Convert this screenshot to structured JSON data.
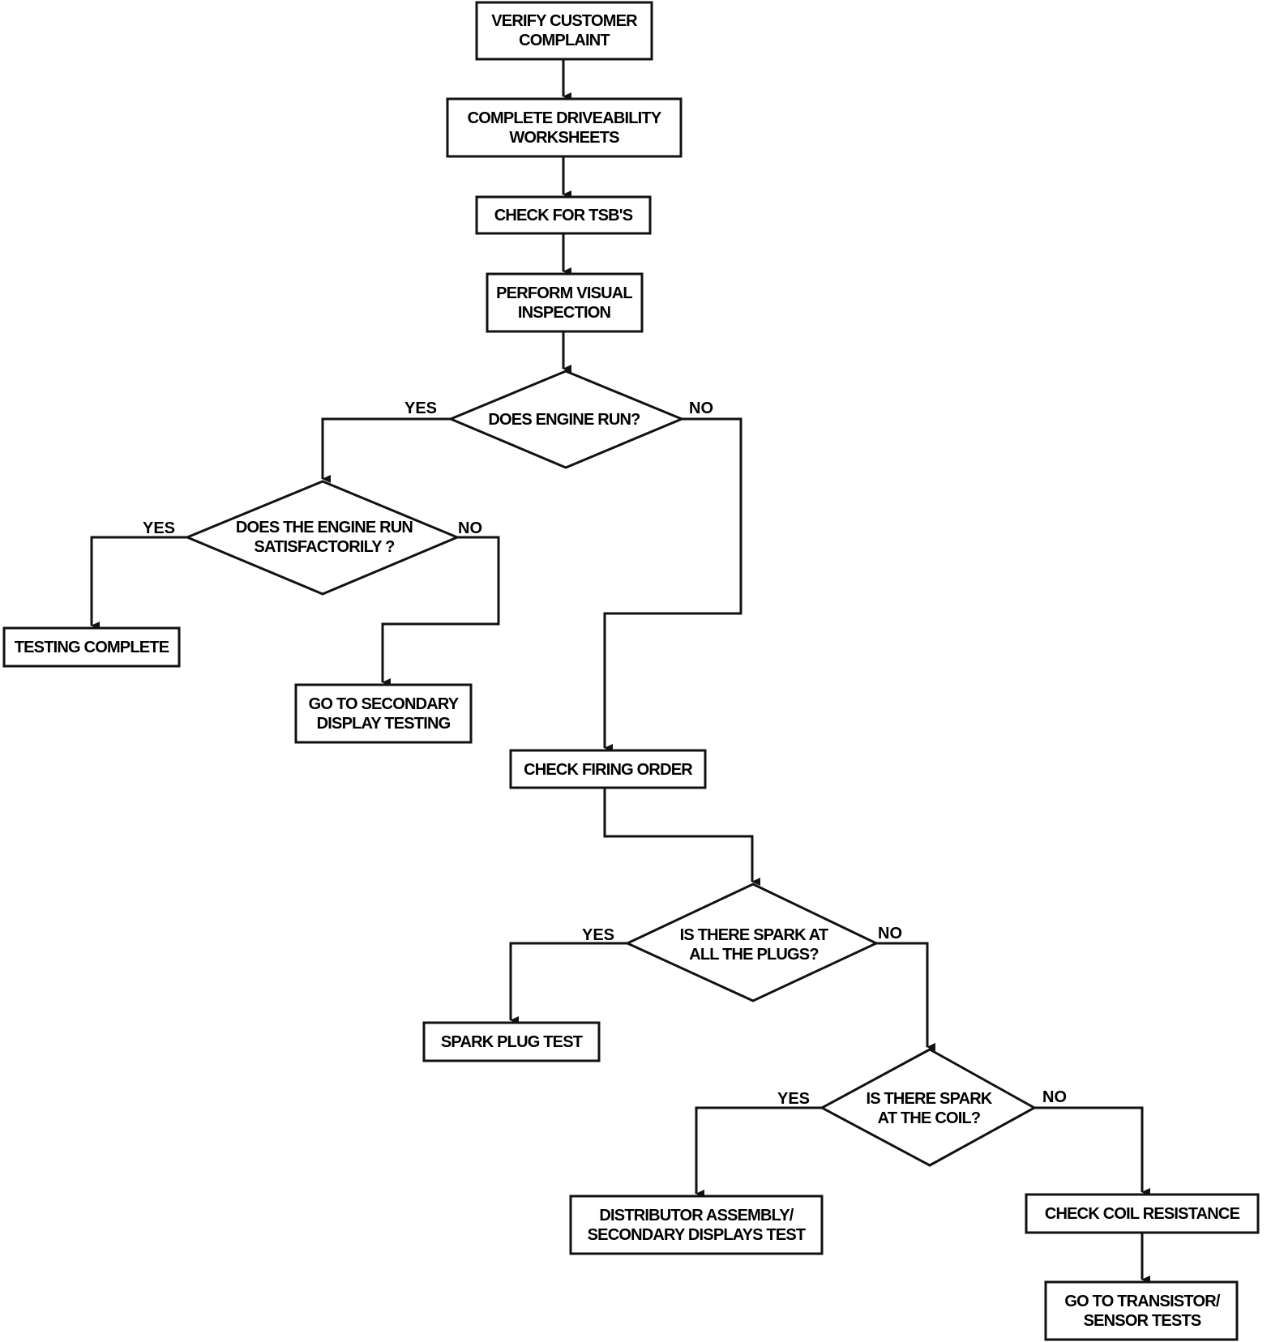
{
  "nodes": {
    "verify": {
      "lines": [
        "VERIFY CUSTOMER",
        "COMPLAINT"
      ]
    },
    "driveability": {
      "lines": [
        "COMPLETE  DRIVEABILITY",
        "WORKSHEETS"
      ]
    },
    "tsb": {
      "lines": [
        "CHECK FOR TSB'S"
      ]
    },
    "visual": {
      "lines": [
        "PERFORM VISUAL",
        "INSPECTION"
      ]
    },
    "engine_run": {
      "lines": [
        "DOES ENGINE RUN?"
      ]
    },
    "run_satisfactorily": {
      "lines": [
        "DOES THE ENGINE RUN",
        "SATISFACTORILY ?"
      ]
    },
    "testing_complete": {
      "lines": [
        "TESTING COMPLETE"
      ]
    },
    "secondary_display": {
      "lines": [
        "GO TO SECONDARY",
        "DISPLAY TESTING"
      ]
    },
    "firing_order": {
      "lines": [
        "CHECK FIRING ORDER"
      ]
    },
    "spark_plugs": {
      "lines": [
        "IS THERE SPARK AT",
        "ALL THE PLUGS?"
      ]
    },
    "spark_plug_test": {
      "lines": [
        "SPARK PLUG TEST"
      ]
    },
    "spark_coil": {
      "lines": [
        "IS THERE SPARK",
        "AT THE COIL?"
      ]
    },
    "distributor_test": {
      "lines": [
        "DISTRIBUTOR ASSEMBLY/",
        "SECONDARY DISPLAYS TEST"
      ]
    },
    "coil_resistance": {
      "lines": [
        "CHECK COIL RESISTANCE"
      ]
    },
    "transistor_tests": {
      "lines": [
        "GO TO TRANSISTOR/",
        "SENSOR TESTS"
      ]
    }
  },
  "edge_labels": {
    "engine_run_yes": "YES",
    "engine_run_no": "NO",
    "satisfactorily_yes": "YES",
    "satisfactorily_no": "NO",
    "plugs_yes": "YES",
    "plugs_no": "NO",
    "coil_yes": "YES",
    "coil_no": "NO"
  }
}
